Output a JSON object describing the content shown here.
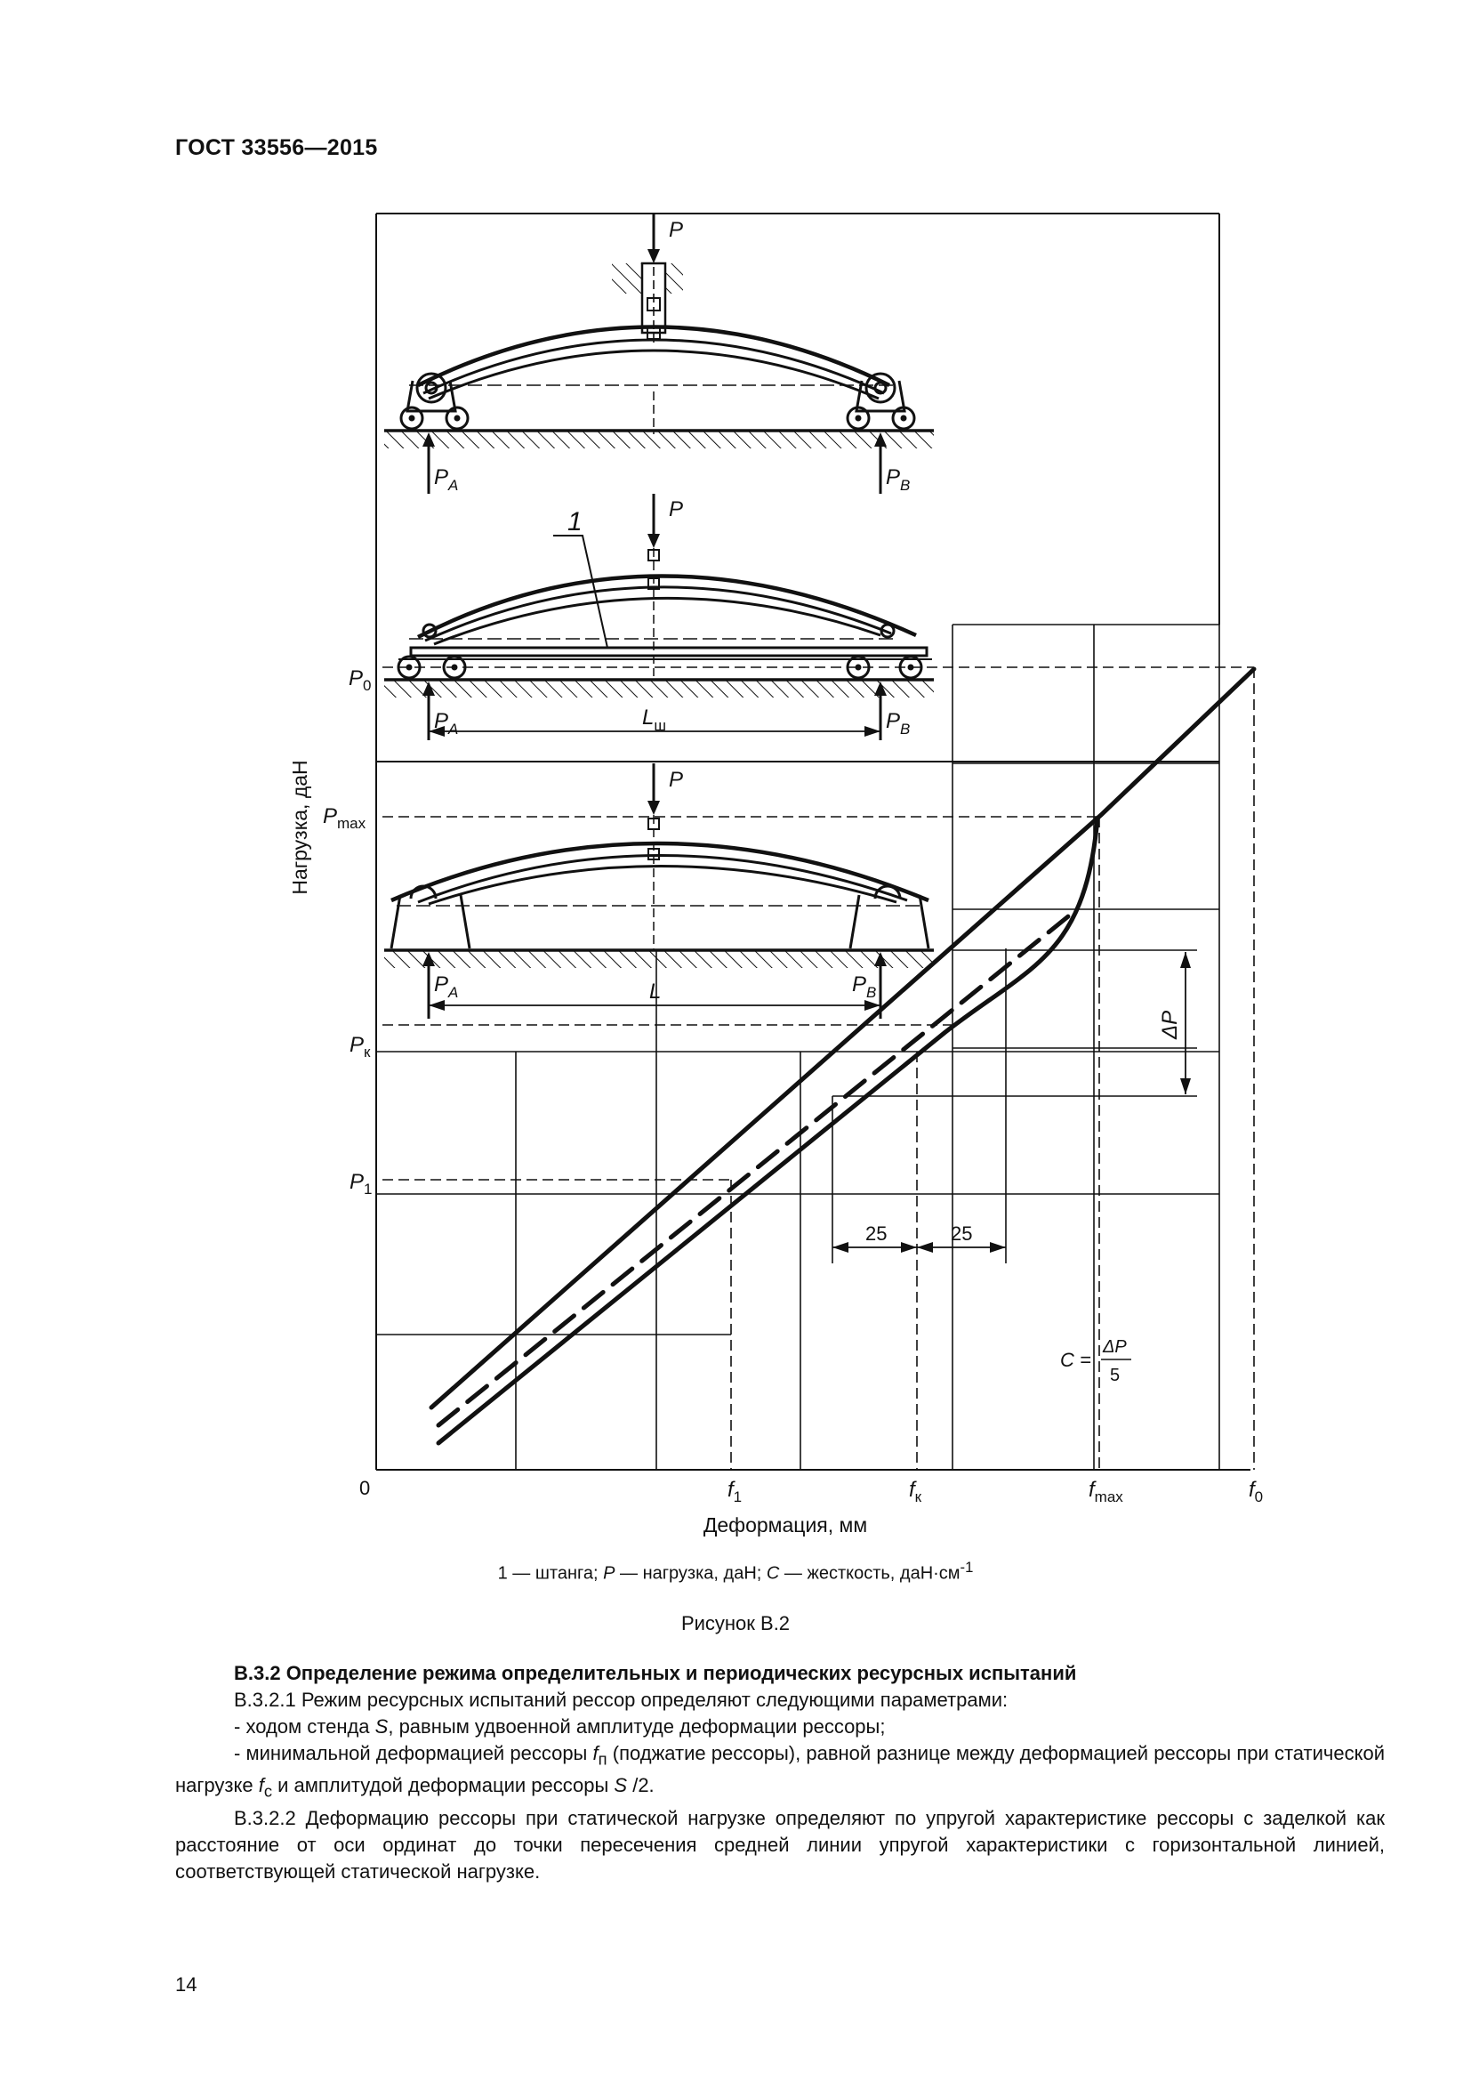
{
  "header": {
    "doc_id": "ГОСТ 33556—2015"
  },
  "figure": {
    "labels": {
      "P": "P",
      "PA": "P",
      "PA_sub": "A",
      "PB": "P",
      "PB_sub": "B",
      "item_1": "1",
      "L_sh": "L",
      "L_sh_sub": "ш",
      "L": "L",
      "P0": "P",
      "P0_sub": "0",
      "Pmax": "P",
      "Pmax_sub": "max",
      "Pk": "P",
      "Pk_sub": "к",
      "P1": "P",
      "P1_sub": "1",
      "delta_P": "ΔP",
      "dim_25_left": "25",
      "dim_25_right": "25",
      "C_formula_lhs": "C =",
      "C_formula_num": "ΔP",
      "C_formula_den": "5",
      "origin": "0",
      "f1": "f",
      "f1_sub": "1",
      "fk": "f",
      "fk_sub": "к",
      "fmax": "f",
      "fmax_sub": "max",
      "f0": "f",
      "f0_sub": "0"
    },
    "y_axis_title": "Нагрузка, даН",
    "x_axis_title": "Деформация, мм"
  },
  "legend": {
    "item_num": "1",
    "item_text": " — штанга; ",
    "p_symbol": "P",
    "p_text": " — нагрузка, даН; ",
    "c_symbol": "C",
    "c_text": " — жесткость, даН·см",
    "c_exp": "-1"
  },
  "caption": "Рисунок В.2",
  "section": {
    "heading": "В.3.2 Определение режима определительных и периодических ресурсных испытаний",
    "p1": "В.3.2.1 Режим ресурсных испытаний рессор определяют следующими параметрами:",
    "p2_a": "- ходом стенда ",
    "p2_s": "S",
    "p2_b": ", равным удвоенной амплитуде деформации рессоры;",
    "p3_a": "- минимальной деформацией рессоры ",
    "p3_f": "f",
    "p3_fsub": "п",
    "p3_b": " (поджатие рессоры), равной разнице между деформацией рессоры при статической нагрузке ",
    "p3_f2": "f",
    "p3_f2sub": "с",
    "p3_c": " и амплитудой деформации рессоры ",
    "p3_s": "S",
    "p3_d": " /2.",
    "p4": "В.3.2.2 Деформацию рессоры при статической нагрузке определяют по упругой характеристике рессоры с заделкой как расстояние от оси ординат до точки пересечения средней линии упругой характеристики с горизонтальной линией, соответствующей статической нагрузке."
  },
  "page_number": "14"
}
